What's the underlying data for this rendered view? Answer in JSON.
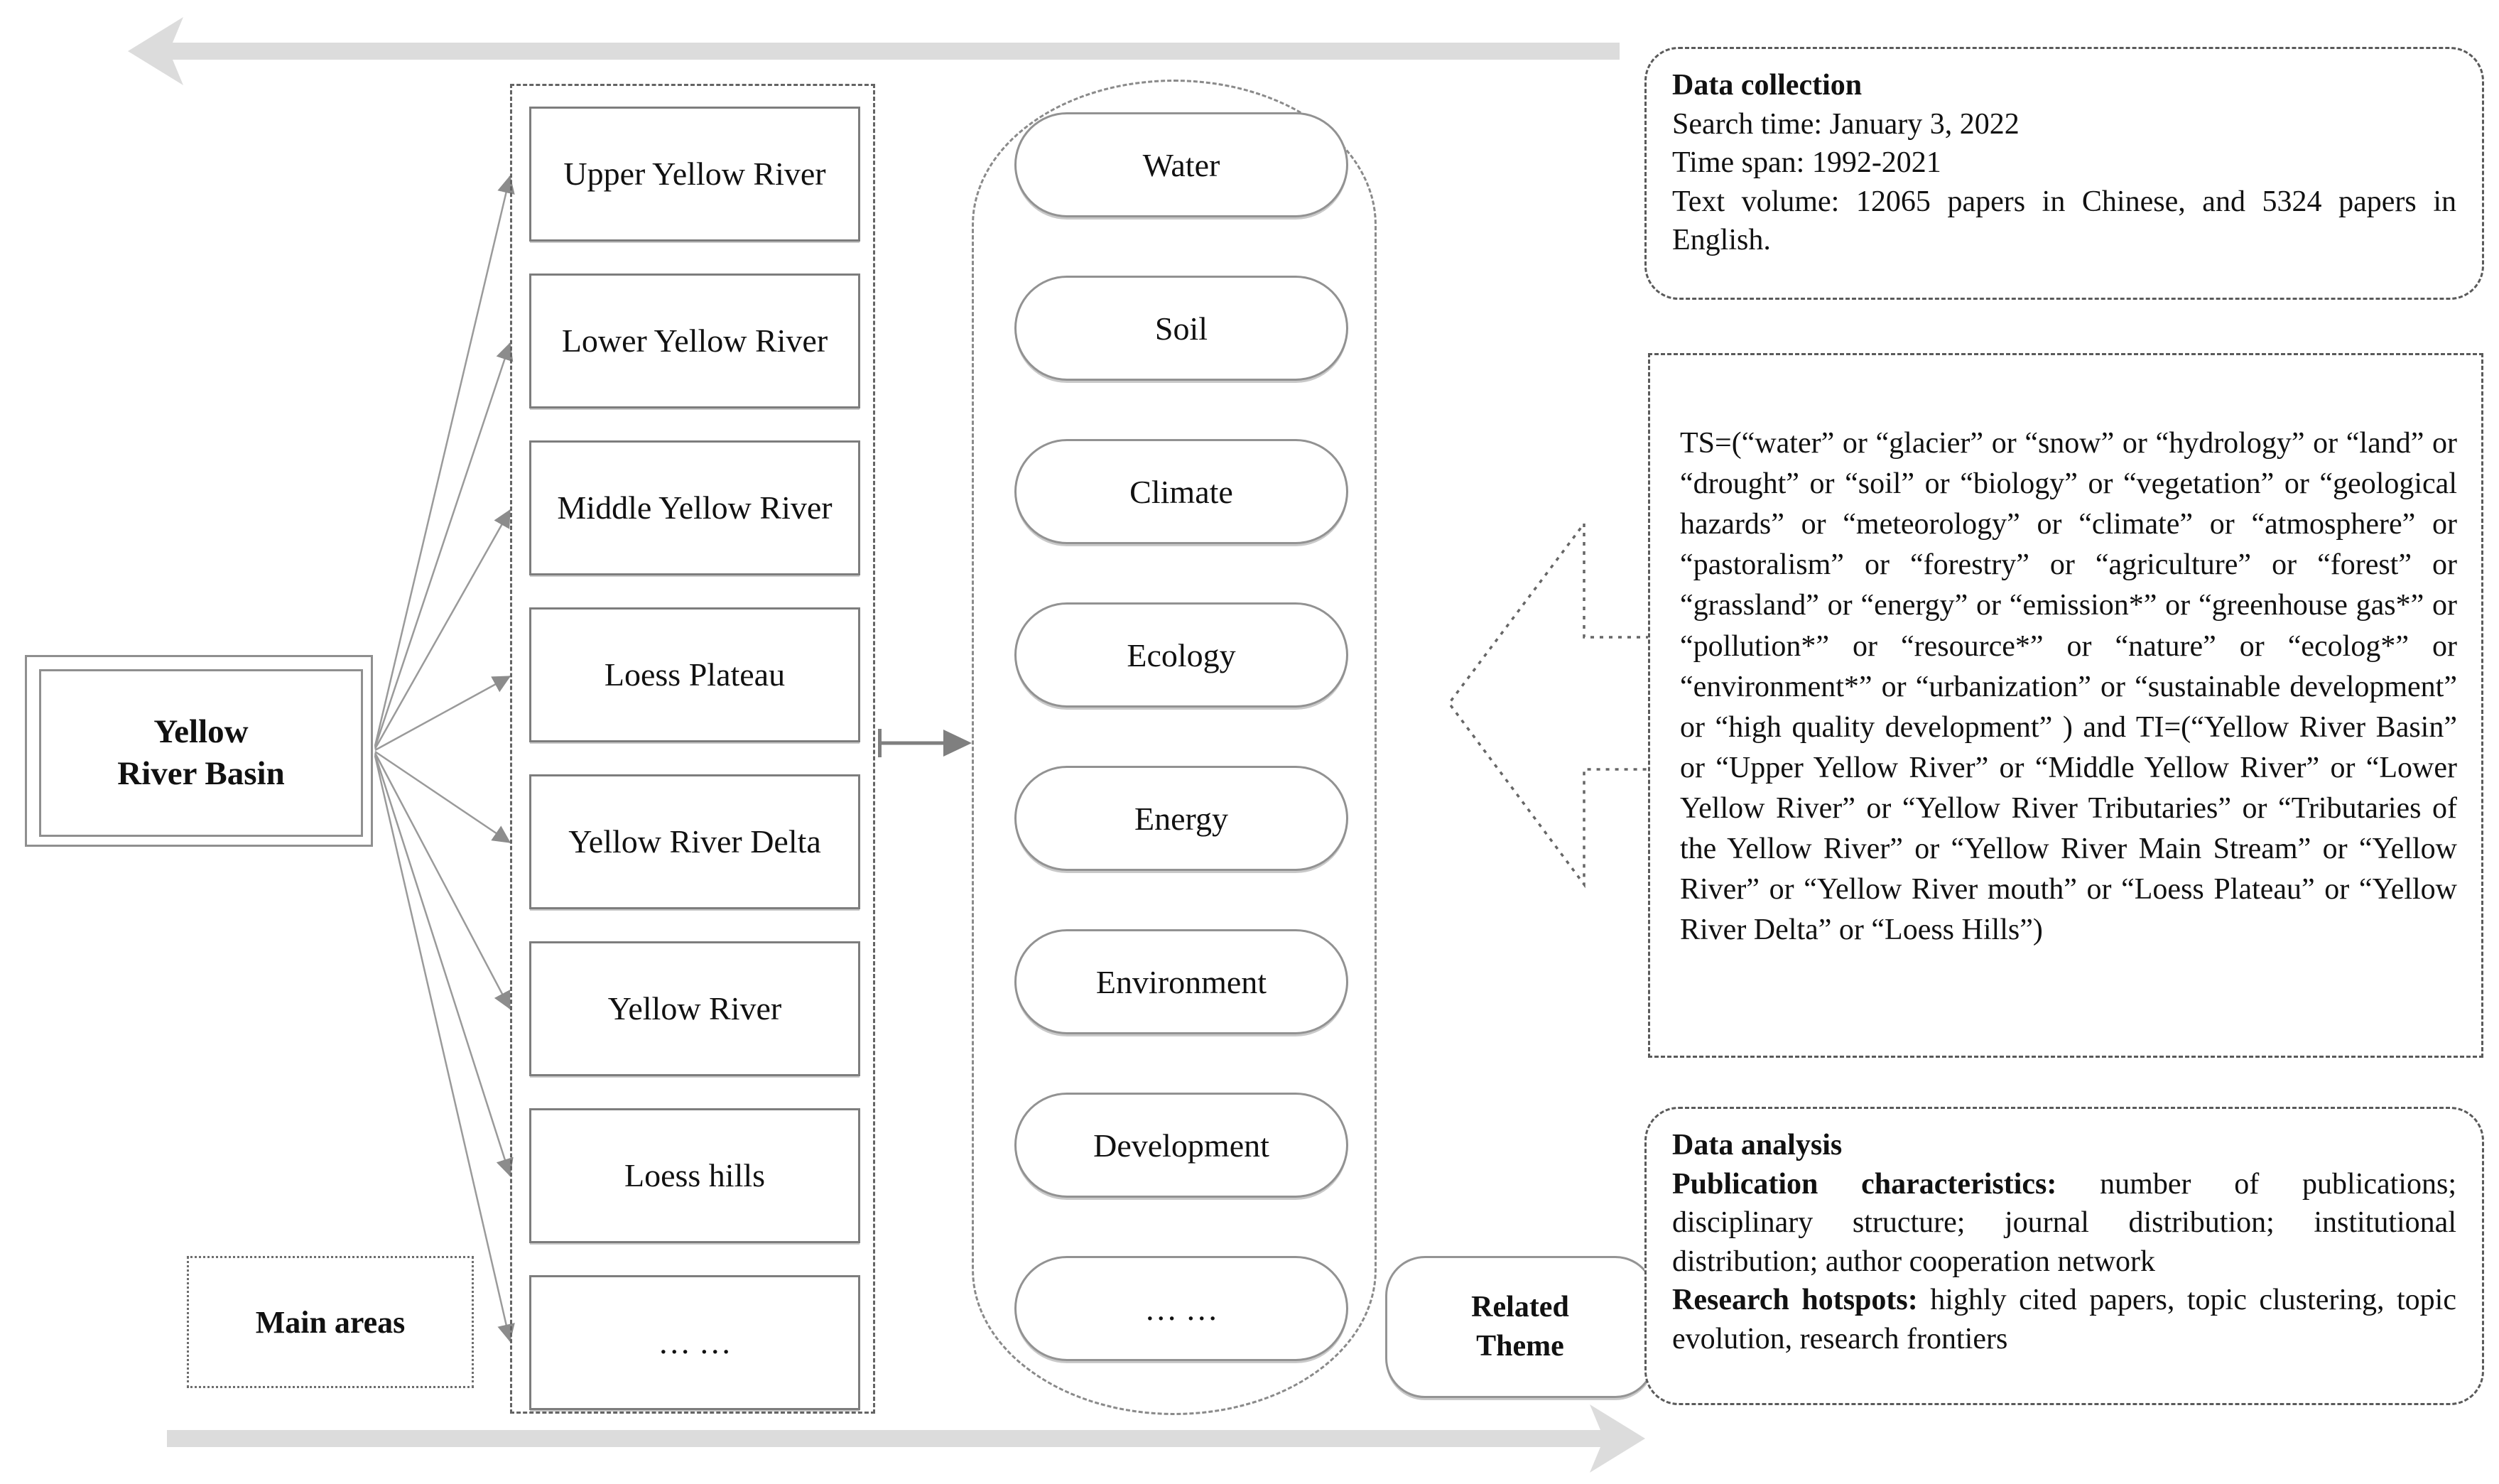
{
  "root_box": {
    "line1": "Yellow",
    "line2": "River Basin"
  },
  "main_areas_label": "Main areas",
  "areas": [
    "Upper Yellow River",
    "Lower Yellow River",
    "Middle Yellow River",
    "Loess Plateau",
    "Yellow River Delta",
    "Yellow River",
    "Loess hills",
    "…  …"
  ],
  "themes": [
    "Water",
    "Soil",
    "Climate",
    "Ecology",
    "Energy",
    "Environment",
    "Development",
    "…  …"
  ],
  "related_theme": {
    "line1": "Related",
    "line2": "Theme"
  },
  "data_collection": {
    "title": "Data collection",
    "search_time": "Search time: January 3, 2022",
    "time_span": "Time span: 1992-2021",
    "text_volume": "Text volume: 12065 papers in Chinese, and 5324 papers in English."
  },
  "search_query": {
    "text": "TS=(“water” or “glacier” or “snow” or “hydrology” or “land” or “drought” or “soil” or “biology” or “vegetation” or “geological hazards” or “meteorology” or “climate” or “atmosphere” or “pastoralism” or “forestry” or “agriculture” or “forest” or “grassland” or “energy” or “emission*” or “greenhouse gas*” or “pollution*” or “resource*” or “nature” or “ecolog*” or “environment*” or “urbanization” or “sustainable development” or “high quality development” ) and TI=(“Yellow River Basin” or “Upper Yellow River” or “Middle Yellow River” or “Lower Yellow River” or “Yellow River Tributaries” or “Tributaries of the Yellow River” or “Yellow River Main Stream” or “Yellow River” or “Yellow River mouth” or “Loess Plateau” or “Yellow River Delta” or “Loess Hills”)"
  },
  "data_analysis": {
    "title": "Data analysis",
    "publication_label": "Publication characteristics:",
    "publication_text": " number of publications; disciplinary structure; journal distribution; institutional distribution; author cooperation network",
    "hotspots_label": "Research hotspots:",
    "hotspots_text": " highly cited papers, topic clustering, topic evolution, research frontiers"
  },
  "colors": {
    "timeline_arrow": "#dcdcdc",
    "connector_line": "#9a9a9a",
    "flow_arrow": "#7f7f7f",
    "box_border": "#7d7d7d",
    "dash_border": "#5a5a5a",
    "text": "#111111"
  }
}
